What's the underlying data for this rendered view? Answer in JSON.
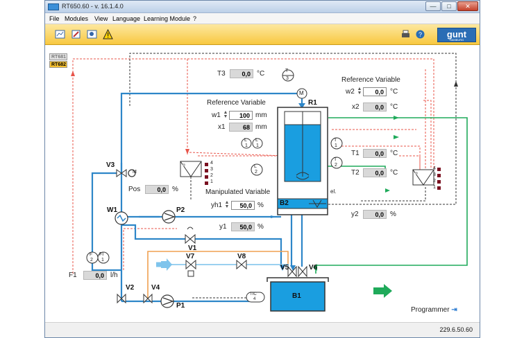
{
  "window": {
    "title": "RT650.60 - v. 16.1.4.0",
    "controls": {
      "minimize": "—",
      "maximize": "□",
      "close": "✕"
    }
  },
  "menu": [
    "File",
    "Modules",
    "View",
    "Language",
    "Learning Module",
    "?"
  ],
  "toolbar": {
    "logo": "gunt",
    "logo_sub": "HAMBURG"
  },
  "tabs": [
    "RT681",
    "RT682"
  ],
  "t3": {
    "label": "T3",
    "value": "0,0",
    "unit": "°C"
  },
  "ref_left": {
    "title": "Reference Variable",
    "w1_label": "w1",
    "w1": "100",
    "w1_unit": "mm",
    "x1_label": "x1",
    "x1": "68",
    "x1_unit": "mm"
  },
  "ref_right": {
    "title": "Reference Variable",
    "w2_label": "w2",
    "w2": "0,0",
    "w2_unit": "°C",
    "x2_label": "x2",
    "x2": "0,0",
    "x2_unit": "°C"
  },
  "t1": {
    "label": "T1",
    "value": "0,0",
    "unit": "°C"
  },
  "t2": {
    "label": "T2",
    "value": "0,0",
    "unit": "°C"
  },
  "pos": {
    "label": "Pos",
    "value": "0,0",
    "unit": "%"
  },
  "manip": {
    "title": "Manipulated Variable",
    "yh1_label": "yh1",
    "yh1": "50,0",
    "yh1_unit": "%"
  },
  "y1": {
    "label": "y1",
    "value": "50,0",
    "unit": "%"
  },
  "y2": {
    "label": "y2",
    "value": "0,0",
    "unit": "%"
  },
  "f1": {
    "label": "F1",
    "value": "0,0",
    "unit": "l/h"
  },
  "tags": {
    "R1": "R1",
    "B2": "B2",
    "B1": "B1",
    "V1": "V1",
    "V2": "V2",
    "V3": "V3",
    "V4": "V4",
    "V5": "V5",
    "V6": "V6",
    "V7": "V7",
    "V8": "V8",
    "W1": "W1",
    "P1": "P1",
    "P2": "P2",
    "el": "el."
  },
  "instruments": {
    "T3": "T",
    "T3n": "3",
    "M": "M",
    "L1a": "L",
    "L1an": "1",
    "L1b": "L",
    "L1bn": "1",
    "T1": "T",
    "T1n": "1",
    "T2": "T",
    "T2n": "2",
    "L2": "L",
    "L2n": "2",
    "F2": "F",
    "F2n": "2",
    "FI1": "FI",
    "FI1n": "1",
    "TIC": "TIC",
    "TICn": "4",
    "M2": "M"
  },
  "controller_leds": [
    "4",
    "3",
    "2",
    "1"
  ],
  "programmer": {
    "label": "Programmer",
    "icon": "arrow-right-icon"
  },
  "status": "229.6.50.60",
  "colors": {
    "blue_pipe": "#2d86c8",
    "red_signal": "#e8544a",
    "black_signal": "#333333",
    "green_line": "#1faa5a",
    "orange_line": "#f0a050",
    "light_blue": "#9ad0f0",
    "tank_fill": "#1a9ee0",
    "accent": "#f8c840"
  }
}
